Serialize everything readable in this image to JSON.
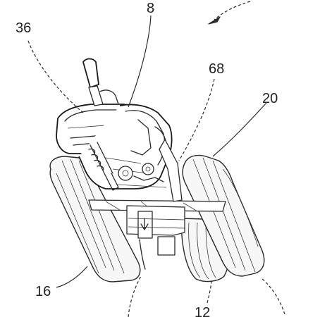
{
  "figure": {
    "reference_numerals": [
      {
        "id": "ref-8",
        "text": "8"
      },
      {
        "id": "ref-36",
        "text": "36"
      },
      {
        "id": "ref-68",
        "text": "68"
      },
      {
        "id": "ref-20",
        "text": "20"
      },
      {
        "id": "ref-16",
        "text": "16"
      },
      {
        "id": "ref-12",
        "text": "12"
      }
    ]
  },
  "colors": {
    "ink": "#2a2a2a",
    "background": "#ffffff"
  }
}
